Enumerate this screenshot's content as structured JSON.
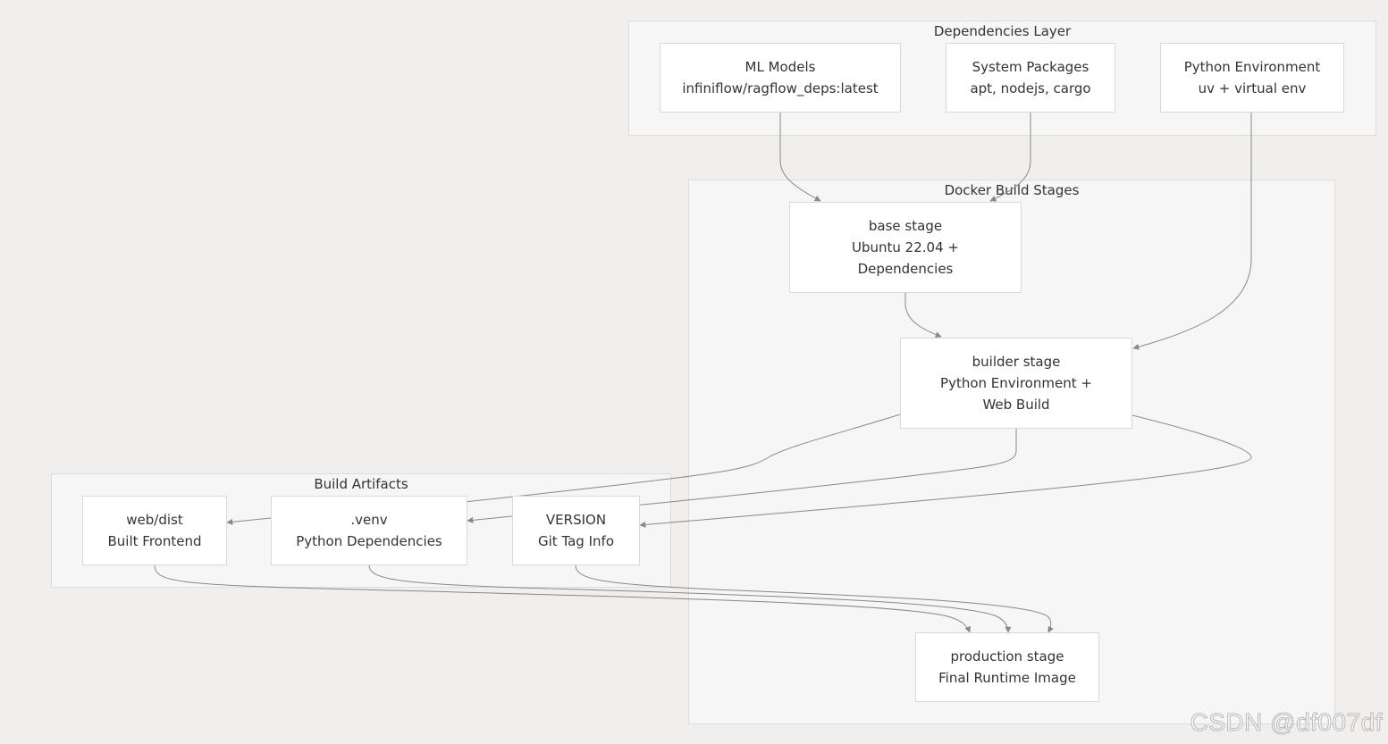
{
  "clusters": {
    "deps": {
      "title": "Dependencies Layer"
    },
    "docker": {
      "title": "Docker Build Stages"
    },
    "artifacts": {
      "title": "Build Artifacts"
    }
  },
  "nodes": {
    "ml_models": {
      "lines": [
        "ML Models",
        "infiniflow/ragflow_deps:latest"
      ]
    },
    "system_packages": {
      "lines": [
        "System Packages",
        "apt, nodejs, cargo"
      ]
    },
    "python_env": {
      "lines": [
        "Python Environment",
        "uv + virtual env"
      ]
    },
    "base_stage": {
      "lines": [
        "base stage",
        "Ubuntu 22.04 +",
        "Dependencies"
      ]
    },
    "builder_stage": {
      "lines": [
        "builder stage",
        "Python Environment +",
        "Web Build"
      ]
    },
    "web_dist": {
      "lines": [
        "web/dist",
        "Built Frontend"
      ]
    },
    "venv": {
      "lines": [
        ".venv",
        "Python Dependencies"
      ]
    },
    "version": {
      "lines": [
        "VERSION",
        "Git Tag Info"
      ]
    },
    "production_stage": {
      "lines": [
        "production stage",
        "Final Runtime Image"
      ]
    }
  },
  "edges": [
    {
      "from": "ml_models",
      "to": "base_stage"
    },
    {
      "from": "system_packages",
      "to": "base_stage"
    },
    {
      "from": "python_env",
      "to": "builder_stage"
    },
    {
      "from": "base_stage",
      "to": "builder_stage"
    },
    {
      "from": "builder_stage",
      "to": "web_dist"
    },
    {
      "from": "builder_stage",
      "to": "venv"
    },
    {
      "from": "builder_stage",
      "to": "version"
    },
    {
      "from": "web_dist",
      "to": "production_stage"
    },
    {
      "from": "venv",
      "to": "production_stage"
    },
    {
      "from": "version",
      "to": "production_stage"
    }
  ],
  "colors": {
    "background": "#f0efed",
    "cluster_fill": "#f6f6f6",
    "node_fill": "#ffffff",
    "edge": "#888888"
  },
  "watermark": "CSDN @df007df"
}
